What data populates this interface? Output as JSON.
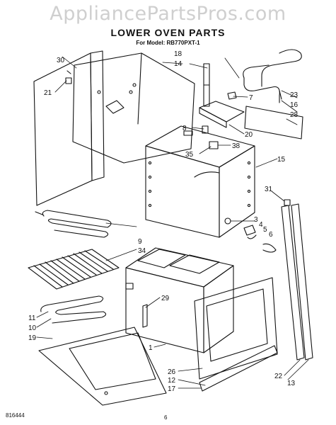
{
  "watermark": "AppliancePartsPros.com",
  "title": "LOWER OVEN PARTS",
  "model_line": "For Model: RB770PXT-1",
  "part_labels": [
    "30",
    "21",
    "18",
    "14",
    "7",
    "23",
    "16",
    "28",
    "20",
    "8",
    "38",
    "35",
    "15",
    "31",
    "3",
    "4",
    "5",
    "6",
    "9",
    "34",
    "29",
    "11",
    "10",
    "19",
    "1",
    "26",
    "12",
    "17",
    "22",
    "13"
  ],
  "footer_left": "816444",
  "footer_page": "6"
}
